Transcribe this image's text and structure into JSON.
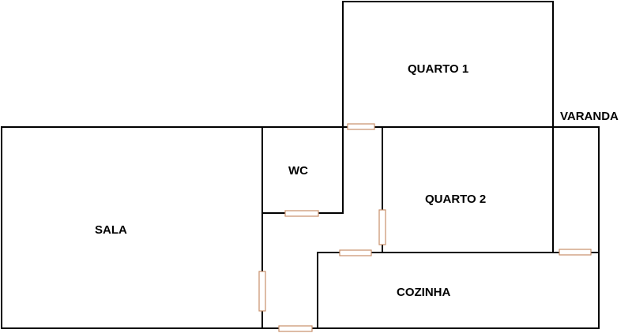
{
  "floor_plan": {
    "rooms": {
      "quarto1": "QUARTO 1",
      "varanda": "VARANDA",
      "wc": "WC",
      "quarto2": "QUARTO 2",
      "sala": "SALA",
      "cozinha": "COZINHA"
    },
    "colors": {
      "wall": "#000000",
      "door": "#c8906a",
      "background": "#ffffff"
    }
  }
}
